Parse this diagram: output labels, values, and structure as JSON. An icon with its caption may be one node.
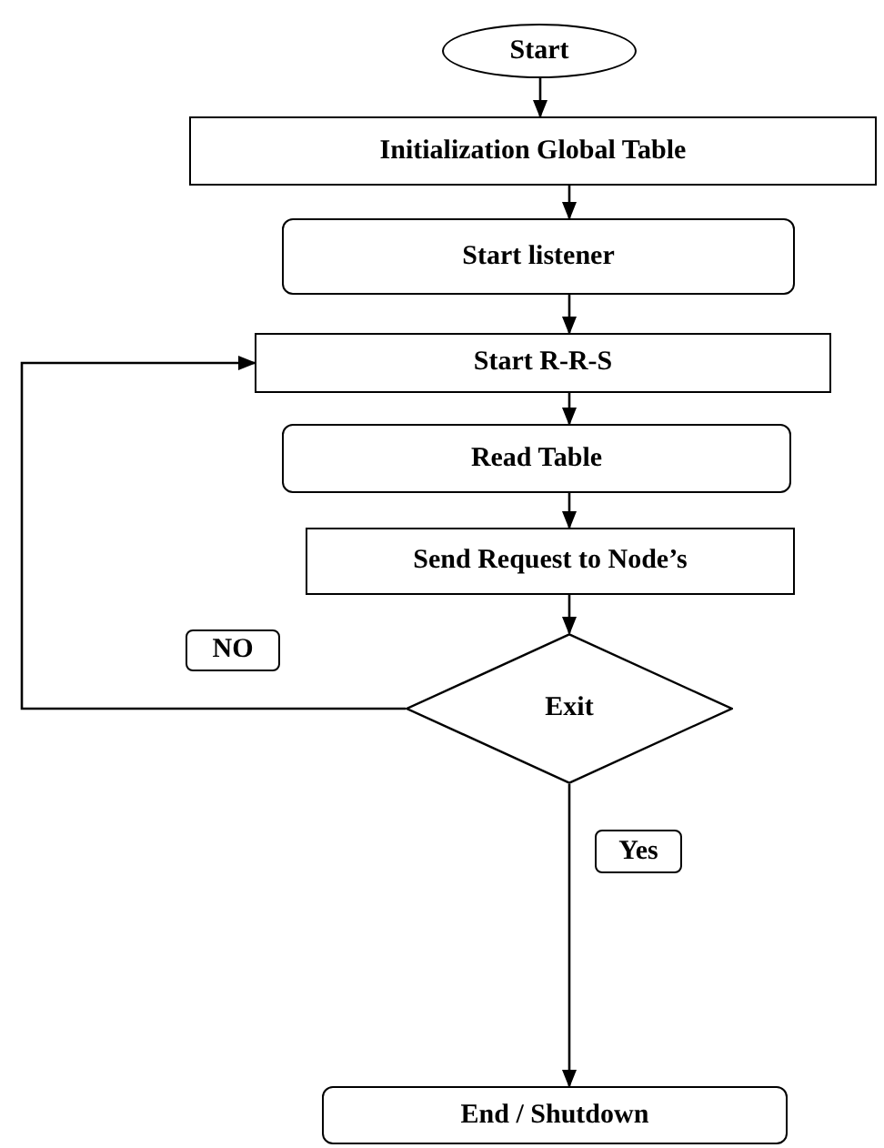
{
  "diagram": {
    "nodes": [
      {
        "text": [
          "Start"
        ]
      },
      {
        "text": [
          "Initialization Global Table"
        ]
      },
      {
        "text": [
          "Start listener"
        ]
      },
      {
        "text": [
          "Start R-R-S"
        ]
      },
      {
        "text": [
          "Read Table"
        ]
      },
      {
        "text": [
          "Send Request to Node’s"
        ]
      },
      {
        "text": [
          "Exit"
        ]
      },
      {
        "text": [
          "End / Shutdown"
        ]
      }
    ],
    "edges": [
      {
        "from": 0,
        "to": 1,
        "arrow": "to"
      },
      {
        "from": 1,
        "to": 2,
        "arrow": "to"
      },
      {
        "from": 2,
        "to": 3,
        "arrow": "to"
      },
      {
        "from": 3,
        "to": 4,
        "arrow": "to"
      },
      {
        "from": 4,
        "to": 5,
        "arrow": "to"
      },
      {
        "from": 5,
        "to": 6,
        "arrow": "to"
      },
      {
        "from": 6,
        "to": 3,
        "label": "NO",
        "arrow": "to"
      },
      {
        "from": 6,
        "to": 7,
        "label": "Yes",
        "arrow": "to"
      }
    ]
  }
}
